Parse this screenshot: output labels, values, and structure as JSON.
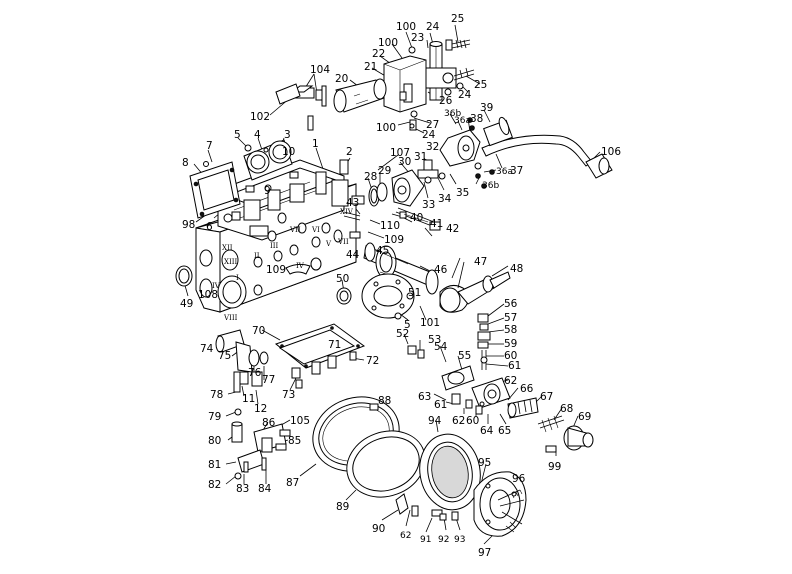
{
  "diagram": {
    "labels": [
      "100",
      "24",
      "25",
      "100",
      "23",
      "22",
      "104",
      "21",
      "20",
      "26",
      "24",
      "25",
      "100",
      "27",
      "24",
      "36b",
      "36a",
      "38",
      "39",
      "102",
      "106",
      "5",
      "4",
      "3",
      "1",
      "2",
      "7",
      "10",
      "107",
      "32",
      "31",
      "30",
      "37",
      "8",
      "9",
      "28",
      "29",
      "33",
      "34",
      "35",
      "36a",
      "36b",
      "6",
      "98",
      "43",
      "40",
      "41",
      "42",
      "110",
      "109",
      "44",
      "45",
      "46",
      "47",
      "48",
      "49",
      "108",
      "109",
      "50",
      "51",
      "101",
      "5",
      "56",
      "57",
      "58",
      "59",
      "60",
      "61",
      "70",
      "71",
      "74",
      "75",
      "52",
      "53",
      "54",
      "55",
      "72",
      "73",
      "76",
      "77",
      "11",
      "12",
      "78",
      "62",
      "63",
      "61",
      "66",
      "67",
      "68",
      "69",
      "79",
      "88",
      "105",
      "86",
      "85",
      "80",
      "81",
      "82",
      "83",
      "84",
      "87",
      "89",
      "94",
      "62",
      "60",
      "64",
      "65",
      "99",
      "95",
      "96",
      "90",
      "62",
      "91",
      "92",
      "93",
      "97"
    ],
    "roman_marks": [
      "VII",
      "XII",
      "XIII",
      "III",
      "II",
      "I",
      "IV",
      "V",
      "VI",
      "VII",
      "IV",
      "VIII",
      "XIV"
    ]
  }
}
